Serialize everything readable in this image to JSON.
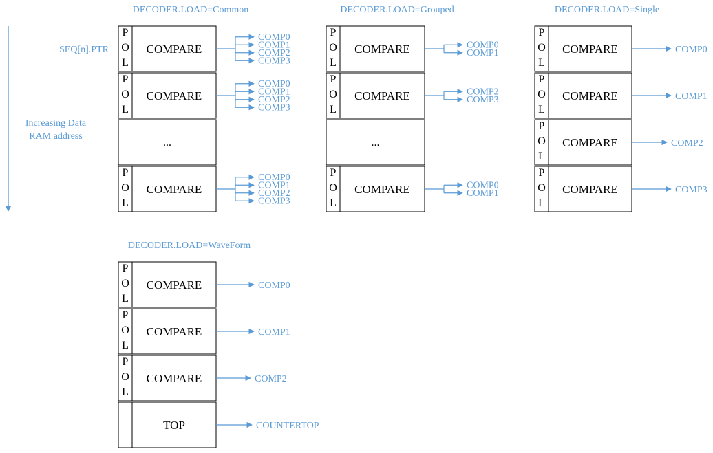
{
  "left_note": {
    "pointer": "SEQ[n].PTR",
    "address_line1": "Increasing Data",
    "address_line2": "RAM address"
  },
  "pol_letters": [
    "P",
    "O",
    "L"
  ],
  "ellipsis": "...",
  "colors": {
    "accent": "#5b9bd5",
    "stroke": "#000000",
    "text": "#000000"
  },
  "groups": [
    {
      "id": "common",
      "title": "DECODER.LOAD=Common",
      "rows": [
        {
          "pol": true,
          "text": "COMPARE",
          "outputs": [
            "COMP0",
            "COMP1",
            "COMP2",
            "COMP3"
          ]
        },
        {
          "pol": true,
          "text": "COMPARE",
          "outputs": [
            "COMP0",
            "COMP1",
            "COMP2",
            "COMP3"
          ]
        },
        {
          "ellipsis": true
        },
        {
          "pol": true,
          "text": "COMPARE",
          "outputs": [
            "COMP0",
            "COMP1",
            "COMP2",
            "COMP3"
          ]
        }
      ]
    },
    {
      "id": "grouped",
      "title": "DECODER.LOAD=Grouped",
      "rows": [
        {
          "pol": true,
          "text": "COMPARE",
          "outputs": [
            "COMP0",
            "COMP1"
          ]
        },
        {
          "pol": true,
          "text": "COMPARE",
          "outputs": [
            "COMP2",
            "COMP3"
          ]
        },
        {
          "ellipsis": true
        },
        {
          "pol": true,
          "text": "COMPARE",
          "outputs": [
            "COMP0",
            "COMP1"
          ]
        }
      ]
    },
    {
      "id": "single",
      "title": "DECODER.LOAD=Single",
      "rows": [
        {
          "pol": true,
          "text": "COMPARE",
          "outputs": [
            "COMP0"
          ]
        },
        {
          "pol": true,
          "text": "COMPARE",
          "outputs": [
            "COMP1"
          ]
        },
        {
          "pol": true,
          "text": "COMPARE",
          "outputs": [
            "COMP2"
          ]
        },
        {
          "pol": true,
          "text": "COMPARE",
          "outputs": [
            "COMP3"
          ]
        }
      ]
    },
    {
      "id": "waveform",
      "title": "DECODER.LOAD=WaveForm",
      "rows": [
        {
          "pol": true,
          "text": "COMPARE",
          "outputs": [
            "COMP0"
          ]
        },
        {
          "pol": true,
          "text": "COMPARE",
          "outputs": [
            "COMP1"
          ]
        },
        {
          "pol": true,
          "text": "COMPARE",
          "outputs": [
            "COMP2"
          ]
        },
        {
          "pol": false,
          "text": "TOP",
          "outputs": [
            "COUNTERTOP"
          ]
        }
      ]
    }
  ]
}
